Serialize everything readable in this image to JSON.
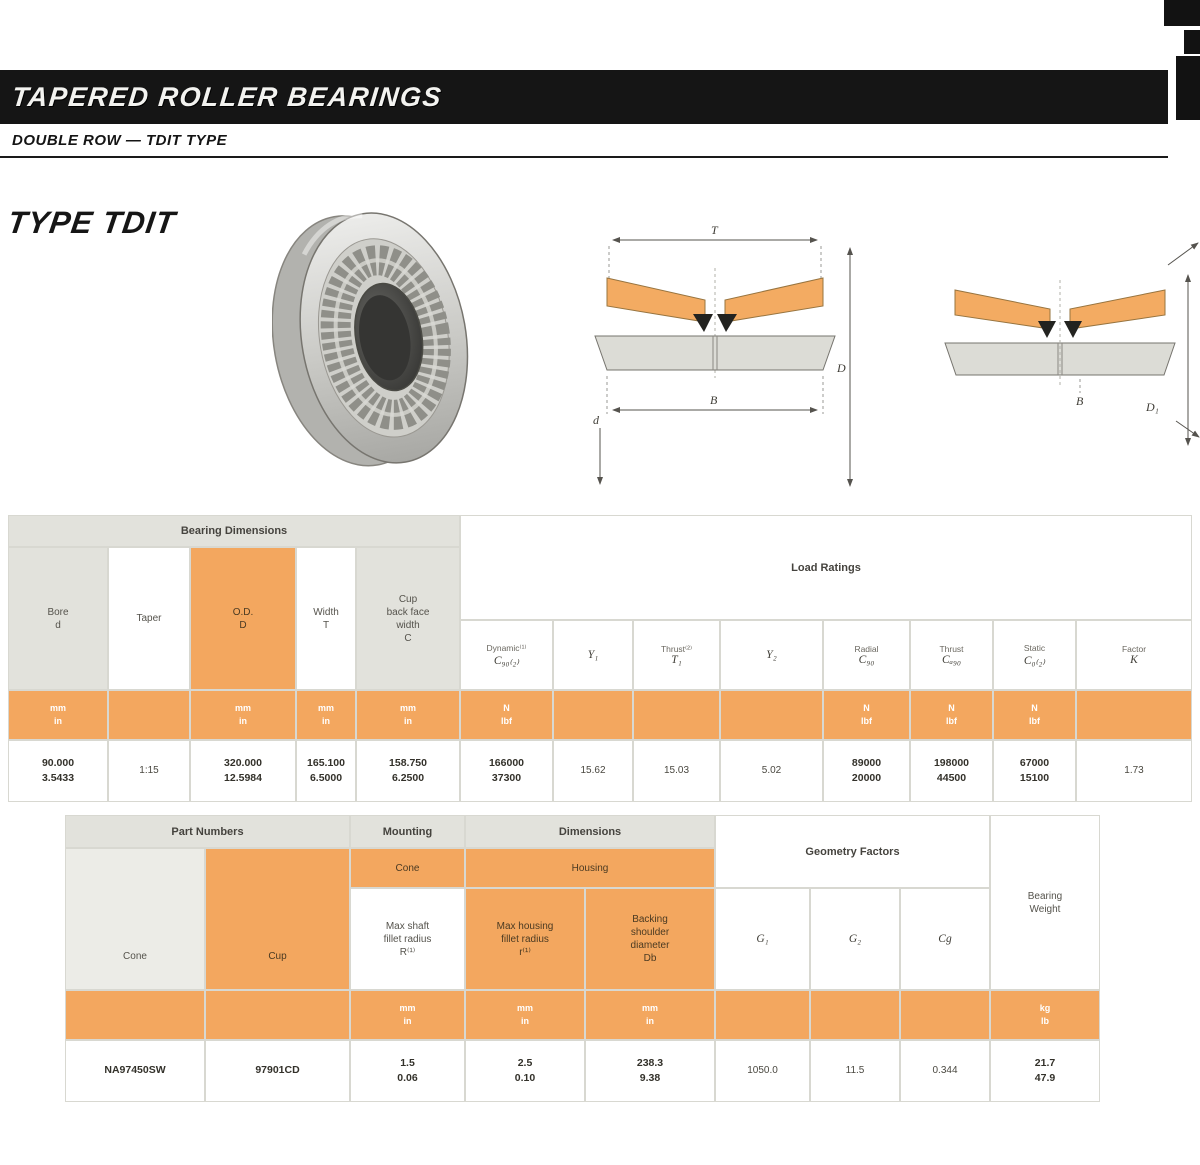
{
  "header": {
    "title": "TAPERED ROLLER BEARINGS",
    "subtitle": "DOUBLE ROW — TDIT TYPE"
  },
  "type_heading": "TYPE TDIT",
  "diagrams": {
    "d1": {
      "dim_top": "T",
      "dim_bottom": "B",
      "dim_right": "D",
      "dim_left": "d"
    },
    "d2": {
      "dim_b": "B",
      "dim_d": "D₁"
    }
  },
  "table1": {
    "group_left": "Bearing Dimensions",
    "group_right": "Load Ratings",
    "col_bore": "Bore\nd",
    "col_taper": "Taper",
    "col_od": "O.D.\nD",
    "col_width": "Width\nT",
    "col_cup": "Cup\nback face\nwidth\nC",
    "col_c6_top": "Dynamic⁽¹⁾",
    "col_c6": "C₉₀₍₂₎",
    "col_c7_top": "",
    "col_c7": "Y₁",
    "col_c8_top": "Thrust⁽²⁾",
    "col_c8": "T₁",
    "col_c9_top": "",
    "col_c9": "Y₂",
    "col_c10_top": "Radial",
    "col_c10": "C₉₀",
    "col_c11_top": "Thrust",
    "col_c11": "Cₐ₉₀",
    "col_c12_top": "Static",
    "col_c12": "C₀₍₂₎",
    "col_c13_top": "Factor",
    "col_c13": "K",
    "units_mm": "mm\nin",
    "units_n": "N\nlbf",
    "row": {
      "bore": "90.000\n3.5433",
      "taper": "1:15",
      "od": "320.000\n12.5984",
      "width": "165.100\n6.5000",
      "cup": "158.750\n6.2500",
      "c6": "166000\n37300",
      "c7": "15.62",
      "c8": "15.03",
      "c9": "5.02",
      "c10": "89000\n20000",
      "c11": "198000\n44500",
      "c12": "67000\n15100",
      "c13": "1.73"
    }
  },
  "table2": {
    "group_parts": "Part Numbers",
    "group_mounting": "Mounting",
    "group_dims": "Dimensions",
    "group_geometry": "Geometry Factors",
    "col_weight": "Bearing\nWeight",
    "sub_cone": "Cone",
    "sub_housing": "Housing",
    "col_inner": "Cone",
    "col_outer": "Cup",
    "col_shaft": "Max shaft\nfillet radius\nR⁽¹⁾",
    "col_housing_r": "Max housing\nfillet radius\nr⁽¹⁾",
    "col_backing": "Backing\nshoulder\ndiameter\nDb",
    "col_g1": "G₁",
    "col_g2": "G₂",
    "col_cg": "Cg",
    "units_mm": "mm\nin",
    "units_kg": "kg\nlb",
    "row": {
      "cone": "NA97450SW",
      "cup": "97901CD",
      "shaft_r": "1.5\n0.06",
      "housing_r": "2.5\n0.10",
      "backing": "238.3\n9.38",
      "g1": "1050.0",
      "g2": "11.5",
      "cg": "0.344",
      "weight": "21.7\n47.9"
    }
  }
}
